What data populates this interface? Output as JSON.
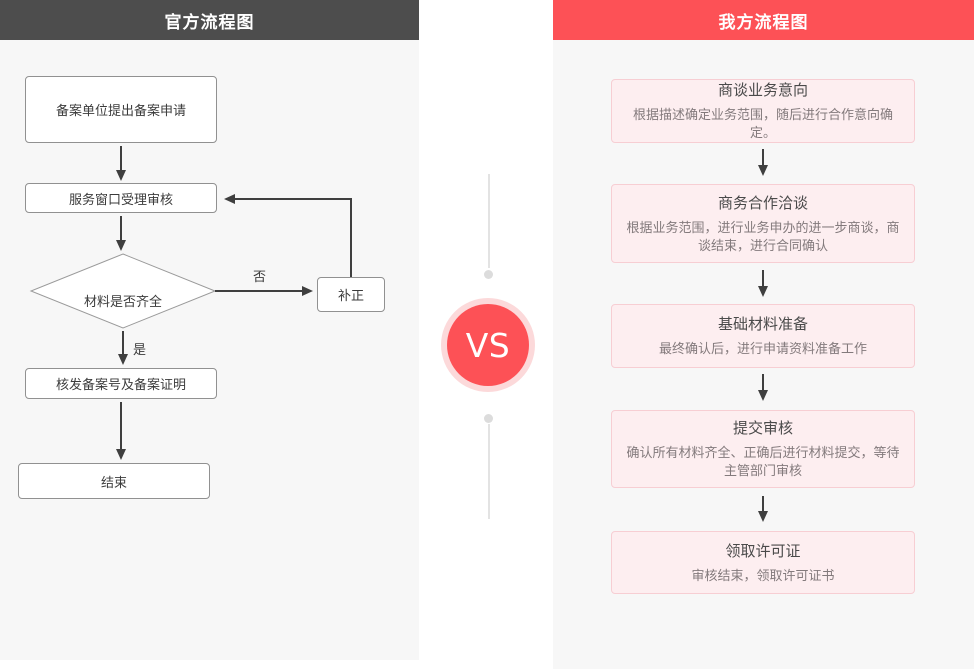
{
  "left_panel": {
    "title": "官方流程图",
    "nodes": {
      "step1": "备案单位提出备案申请",
      "step2": "服务窗口受理审核",
      "decision": "材料是否齐全",
      "fix": "补正",
      "step3": "核发备案号及备案证明",
      "end": "结束"
    },
    "labels": {
      "no": "否",
      "yes": "是"
    }
  },
  "center": {
    "vs_label": "VS"
  },
  "right_panel": {
    "title": "我方流程图",
    "steps": [
      {
        "title": "商谈业务意向",
        "desc": "根据描述确定业务范围，随后进行合作意向确定。"
      },
      {
        "title": "商务合作洽谈",
        "desc": "根据业务范围，进行业务申办的进一步商谈，商谈结束，进行合同确认"
      },
      {
        "title": "基础材料准备",
        "desc": "最终确认后，进行申请资料准备工作"
      },
      {
        "title": "提交审核",
        "desc": "确认所有材料齐全、正确后进行材料提交，等待主管部门审核"
      },
      {
        "title": "领取许可证",
        "desc": "审核结束，领取许可证书"
      }
    ]
  },
  "colors": {
    "left_header_bg": "#4d4d4d",
    "right_header_bg": "#fd5156",
    "panel_bg": "#f7f7f7",
    "flow_box_border": "#919191",
    "arrow_color": "#3f3f3f",
    "pink_box_bg": "#fdeef0",
    "pink_box_border": "#f7ced3",
    "vs_circle": "#fd5156",
    "vs_ring": "#fcd9da",
    "divider_line": "#e3e3e3"
  }
}
